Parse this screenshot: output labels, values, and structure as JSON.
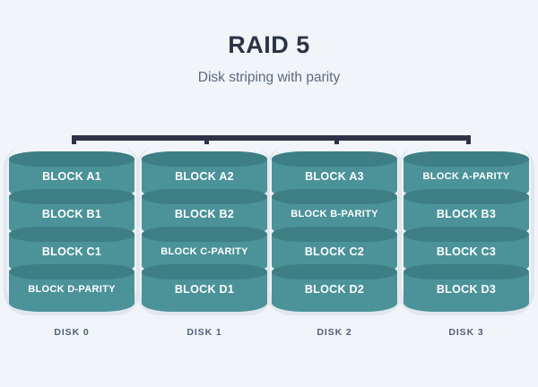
{
  "header": {
    "title": "RAID 5",
    "subtitle": "Disk striping with parity"
  },
  "colors": {
    "background": "#f1f4f8",
    "title": "#2b3347",
    "subtitle": "#5a6b80",
    "bus": "#2d3248",
    "cylinder_body": "#4b9399",
    "cylinder_top": "#3d7f84",
    "halo": "#e1e7ee",
    "block_text": "#ffffff",
    "disk_label": "#4f5f78"
  },
  "bus": {
    "name": "disk-array-bus"
  },
  "disks": [
    {
      "label": "DISK 0",
      "blocks": [
        {
          "text": "BLOCK A1",
          "parity": false
        },
        {
          "text": "BLOCK B1",
          "parity": false
        },
        {
          "text": "BLOCK C1",
          "parity": false
        },
        {
          "text": "BLOCK D-PARITY",
          "parity": true
        }
      ]
    },
    {
      "label": "DISK 1",
      "blocks": [
        {
          "text": "BLOCK A2",
          "parity": false
        },
        {
          "text": "BLOCK B2",
          "parity": false
        },
        {
          "text": "BLOCK C-PARITY",
          "parity": true
        },
        {
          "text": "BLOCK D1",
          "parity": false
        }
      ]
    },
    {
      "label": "DISK 2",
      "blocks": [
        {
          "text": "BLOCK A3",
          "parity": false
        },
        {
          "text": "BLOCK B-PARITY",
          "parity": true
        },
        {
          "text": "BLOCK C2",
          "parity": false
        },
        {
          "text": "BLOCK D2",
          "parity": false
        }
      ]
    },
    {
      "label": "DISK 3",
      "blocks": [
        {
          "text": "BLOCK A-PARITY",
          "parity": true
        },
        {
          "text": "BLOCK B3",
          "parity": false
        },
        {
          "text": "BLOCK C3",
          "parity": false
        },
        {
          "text": "BLOCK D3",
          "parity": false
        }
      ]
    }
  ]
}
